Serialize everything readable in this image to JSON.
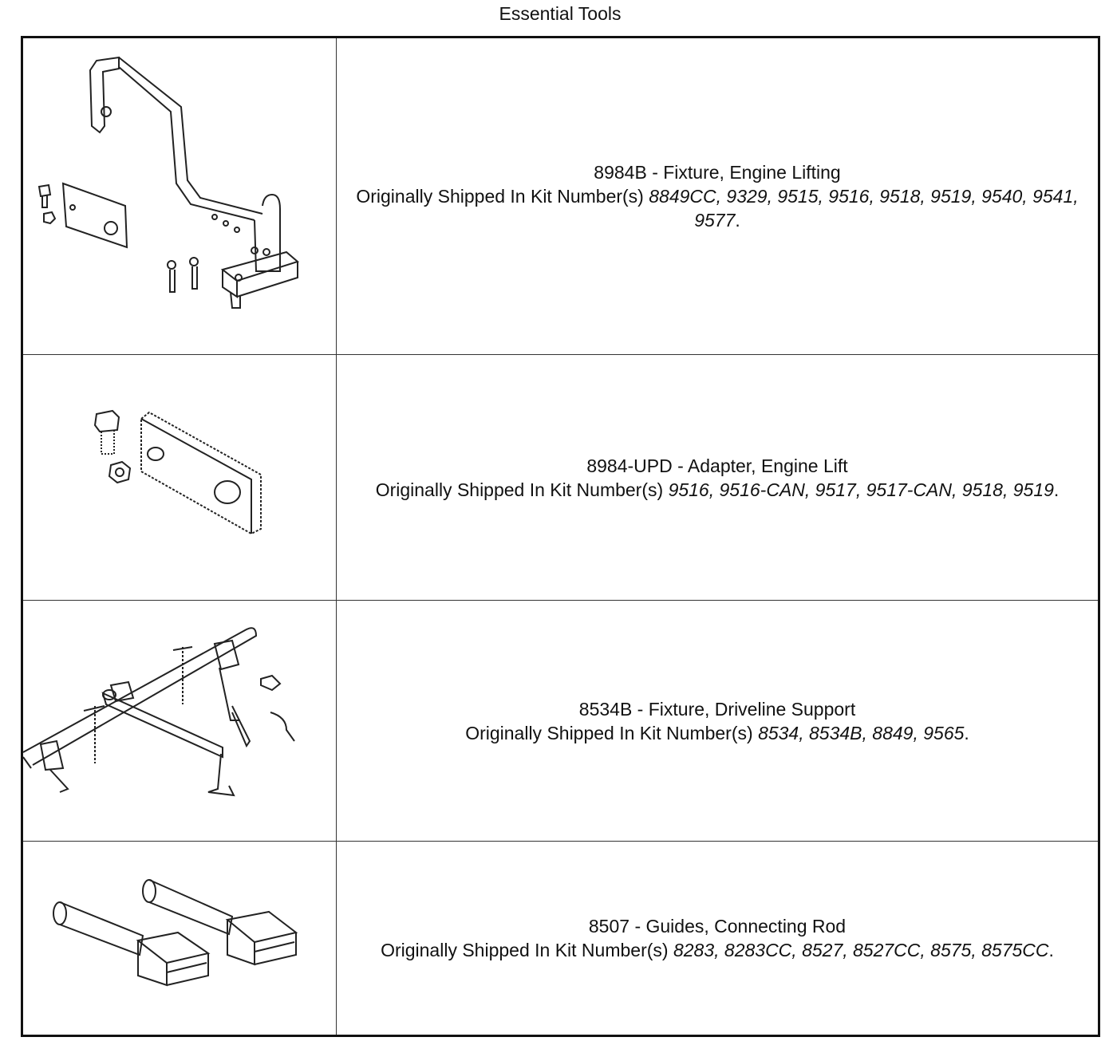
{
  "page_title": "Essential Tools",
  "tools": [
    {
      "name": "8984B - Fixture, Engine Lifting",
      "kit_prefix": "Originally Shipped In Kit Number(s) ",
      "kits": "8849CC, 9329, 9515, 9516, 9518, 9519, 9540, 9541, 9577",
      "kit_suffix": ".",
      "image_icon": "engine-lifting-fixture-drawing"
    },
    {
      "name": "8984-UPD - Adapter, Engine Lift",
      "kit_prefix": "Originally Shipped In Kit Number(s) ",
      "kits": "9516, 9516-CAN, 9517, 9517-CAN, 9518, 9519",
      "kit_suffix": ".",
      "image_icon": "engine-lift-adapter-drawing"
    },
    {
      "name": "8534B - Fixture, Driveline Support",
      "kit_prefix": "Originally Shipped In Kit Number(s) ",
      "kits": "8534, 8534B, 8849, 9565",
      "kit_suffix": ".",
      "image_icon": "driveline-support-fixture-drawing"
    },
    {
      "name": "8507 - Guides, Connecting Rod",
      "kit_prefix": "Originally Shipped In Kit Number(s) ",
      "kits": "8283, 8283CC, 8527, 8527CC, 8575, 8575CC",
      "kit_suffix": ".",
      "image_icon": "connecting-rod-guides-drawing"
    }
  ]
}
